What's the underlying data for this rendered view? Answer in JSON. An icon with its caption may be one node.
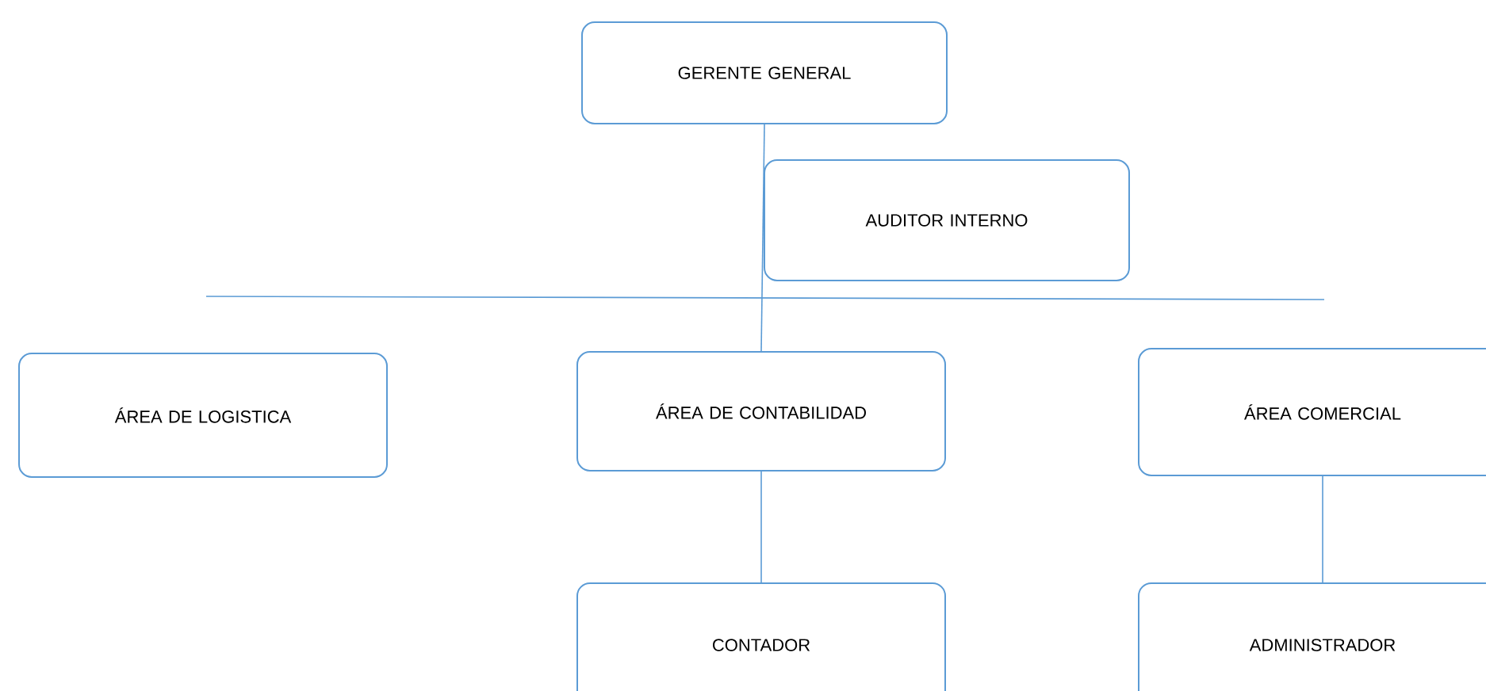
{
  "diagram": {
    "nodes": [
      {
        "text": [
          "GERENTE GENERAL"
        ]
      },
      {
        "text": [
          "AUDITOR INTERNO"
        ]
      },
      {
        "text": [
          "ÁREA DE LOGISTICA"
        ]
      },
      {
        "text": [
          "ÁREA DE CONTABILIDAD"
        ]
      },
      {
        "text": [
          "ÁREA COMERCIAL"
        ]
      },
      {
        "text": [
          "CONTADOR"
        ]
      },
      {
        "text": [
          "ADMINISTRADOR"
        ]
      }
    ],
    "edges": [
      {
        "from": 0,
        "to": 3,
        "arrow": "none"
      },
      {
        "from": 3,
        "to": 5,
        "arrow": "none"
      },
      {
        "from": 4,
        "to": 6,
        "arrow": "none"
      }
    ]
  }
}
